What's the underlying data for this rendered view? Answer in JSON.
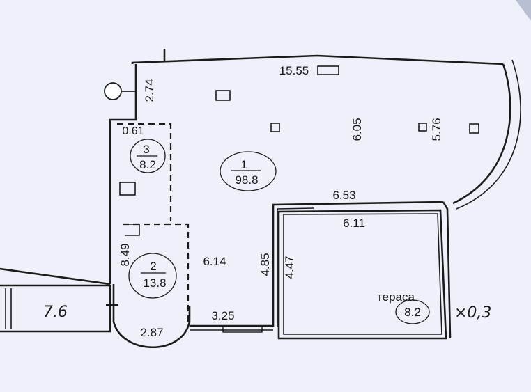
{
  "rooms": [
    {
      "number": "1",
      "area": "98.8"
    },
    {
      "number": "2",
      "area": "13.8"
    },
    {
      "number": "3",
      "area": "8.2"
    }
  ],
  "terrace": {
    "label": "тераса",
    "area": "8.2",
    "coefficient": "×0,3"
  },
  "neighbor_note": "7.6",
  "dimensions": {
    "top_width": "15.55",
    "column_left": "2.74",
    "bath_width": "0.61",
    "main_height": "6.05",
    "curved_height": "5.76",
    "terrace_outer_width": "6.53",
    "terrace_inner_width": "6.11",
    "mid_height": "6.14",
    "partition_height": "4.85",
    "terrace_inner_height": "4.47",
    "bottom_width": "3.25",
    "bay_width": "2.87",
    "room2_height": "8.49"
  }
}
